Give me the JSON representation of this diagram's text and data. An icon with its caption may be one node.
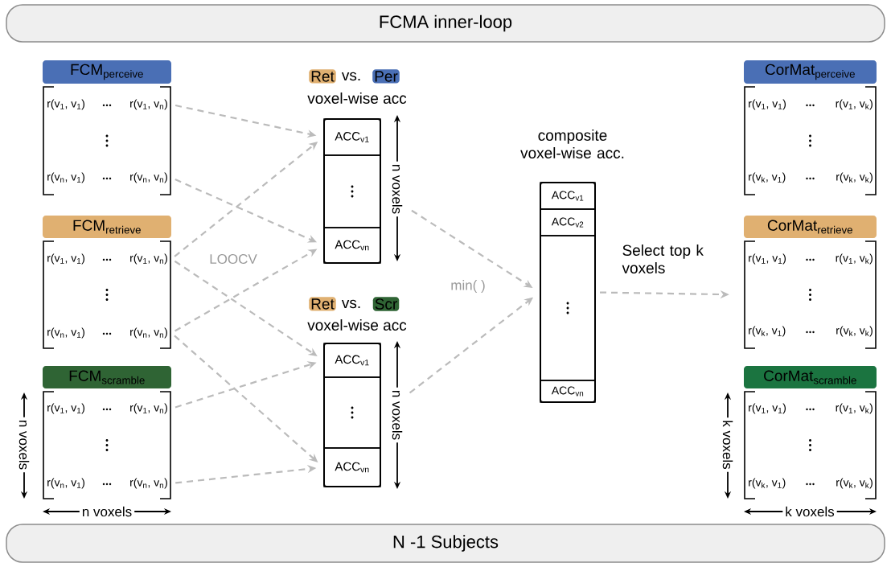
{
  "diagram": {
    "nodes": [
      {
        "text": [
          "FCMA inner-loop"
        ]
      },
      {
        "text": [
          "N -1 Subjects"
        ]
      },
      {
        "text": [
          "FCM$_{perceive}$"
        ]
      },
      {
        "text": [
          "r(v$_{1}$, v$_{1}$)",
          "r(v$_{1}$, v$_{n}$)"
        ],
        "in": 2
      },
      {
        "text": [
          "r(v$_{n}$, v$_{1}$)",
          "r(v$_{n}$, v$_{n}$)"
        ],
        "in": 2
      },
      {
        "text": [
          "FCM$_{retrieve}$"
        ]
      },
      {
        "text": [
          "r(v$_{1}$, v$_{1}$)",
          "r(v$_{1}$, v$_{n}$)"
        ],
        "in": 5
      },
      {
        "text": [
          "r(v$_{n}$, v$_{1}$)",
          "r(v$_{n}$, v$_{n}$)"
        ],
        "in": 5
      },
      {
        "text": [
          "FCM$_{scramble}$"
        ]
      },
      {
        "text": [
          "r(v$_{1}$, v$_{1}$)",
          "r(v$_{1}$, v$_{n}$)"
        ],
        "in": 8
      },
      {
        "text": [
          "r(v$_{n}$, v$_{1}$)",
          "r(v$_{n}$, v$_{n}$)"
        ],
        "in": 8
      },
      {
        "text": [
          "Ret",
          "vs.",
          "Per",
          "voxel-wise acc"
        ]
      },
      {
        "text": [
          "ACC$_{v1}$"
        ],
        "in": 11
      },
      {
        "text": [],
        "shape": "box",
        "in": 11
      },
      {
        "text": [
          "ACC$_{vn}$"
        ],
        "in": 11
      },
      {
        "text": [
          "Ret",
          "vs.",
          "Scr",
          "voxel-wise acc"
        ]
      },
      {
        "text": [
          "ACC$_{v1}$"
        ],
        "in": 15
      },
      {
        "text": [],
        "shape": "box",
        "in": 15
      },
      {
        "text": [
          "ACC$_{vn}$"
        ],
        "in": 15
      },
      {
        "text": [
          "composite voxel-wise acc."
        ]
      },
      {
        "text": [
          "ACC$_{v1}$"
        ],
        "in": 19
      },
      {
        "text": [
          "ACC$_{v2}$"
        ],
        "in": 19
      },
      {
        "text": [],
        "shape": "box",
        "in": 19
      },
      {
        "text": [
          "ACC$_{vn}$"
        ],
        "in": 19
      },
      {
        "text": [
          "CorMat$_{perceive}$"
        ]
      },
      {
        "text": [
          "r(v$_{1}$, v$_{1}$)",
          "r(v$_{1}$, v$_{k}$)"
        ],
        "in": 24
      },
      {
        "text": [
          "r(v$_{k}$, v$_{1}$)",
          "r(v$_{k}$, v$_{k}$)"
        ],
        "in": 24
      },
      {
        "text": [
          "CorMat$_{retrieve}$"
        ]
      },
      {
        "text": [
          "r(v$_{1}$, v$_{1}$)",
          "r(v$_{1}$, v$_{k}$)"
        ],
        "in": 27
      },
      {
        "text": [
          "r(v$_{k}$, v$_{1}$)",
          "r(v$_{k}$, v$_{k}$)"
        ],
        "in": 27
      },
      {
        "text": [
          "CorMat$_{scramble}$"
        ]
      },
      {
        "text": [
          "r(v$_{1}$, v$_{1}$)",
          "r(v$_{1}$, v$_{k}$)"
        ],
        "in": 30
      },
      {
        "text": [
          "r(v$_{k}$, v$_{1}$)",
          "r(v$_{k}$, v$_{k}$)"
        ],
        "in": 30
      }
    ],
    "edges": [
      {
        "from": 3,
        "to": 12,
        "arrow": "to",
        "style": "dashed"
      },
      {
        "from": 4,
        "to": 14,
        "arrow": "to",
        "style": "dashed"
      },
      {
        "from": 6,
        "to": 12,
        "arrow": "to",
        "style": "dashed"
      },
      {
        "from": 6,
        "to": 16,
        "arrow": "to",
        "style": "dashed"
      },
      {
        "from": 7,
        "to": 14,
        "arrow": "to",
        "style": "dashed"
      },
      {
        "from": 7,
        "to": 18,
        "arrow": "to",
        "style": "dashed"
      },
      {
        "from": 9,
        "to": 16,
        "arrow": "to",
        "style": "dashed"
      },
      {
        "from": 10,
        "to": 18,
        "arrow": "to",
        "style": "dashed"
      },
      {
        "from": 11,
        "to": 19,
        "arrow": "to",
        "style": "dashed"
      },
      {
        "from": 15,
        "to": 19,
        "arrow": "to",
        "style": "dashed"
      },
      {
        "from": 19,
        "to": 27,
        "arrow": "to",
        "style": "dashed",
        "label": "Select top k voxels"
      }
    ],
    "labels": [
      "LOOCV",
      "min( )",
      "n voxels",
      "n voxels",
      "n voxels",
      "n voxels",
      "k voxels",
      "k voxels"
    ]
  }
}
